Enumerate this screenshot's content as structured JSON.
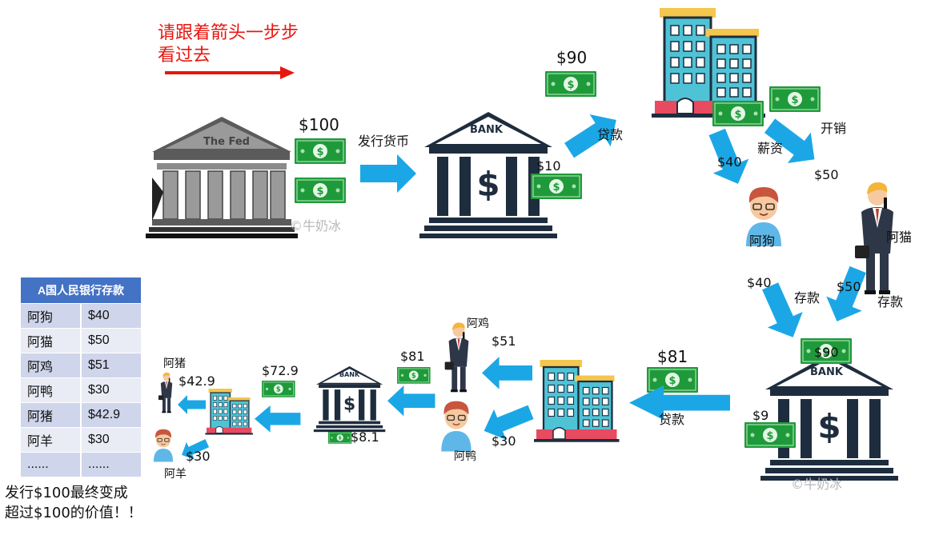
{
  "instruction": {
    "line1": "请跟着箭头一步步",
    "line2": "看过去"
  },
  "fed": {
    "label": "The Fed",
    "amount": "$100",
    "action": "发行货币"
  },
  "bank1": {
    "label": "BANK",
    "reserve": "$10",
    "loan_amount": "$90",
    "action": "贷款"
  },
  "company1": {
    "salary_label": "薪资",
    "salary_amount": "$40",
    "expense_label": "开销",
    "expense_amount": "$50"
  },
  "people1": {
    "dog": "阿狗",
    "cat": "阿猫",
    "dog_deposit": "$40",
    "cat_deposit": "$50",
    "deposit_label": "存款",
    "deposit_label2": "存款"
  },
  "bank2": {
    "label": "BANK",
    "deposit": "$90",
    "reserve": "$9",
    "loan_amount": "$81",
    "action": "贷款"
  },
  "company2": {
    "chicken": "阿鸡",
    "chicken_amount": "$51",
    "duck": "阿鸭",
    "duck_amount": "$30"
  },
  "bank3": {
    "label": "BANK",
    "deposit": "$81",
    "reserve": "$8.1",
    "loan_amount": "$72.9"
  },
  "company3": {
    "pig": "阿猪",
    "pig_amount": "$42.9",
    "sheep": "阿羊",
    "sheep_amount": "$30"
  },
  "watermark": "©牛奶冰",
  "table": {
    "header": "A国人民银行存款",
    "rows": [
      [
        "阿狗",
        "$40"
      ],
      [
        "阿猫",
        "$50"
      ],
      [
        "阿鸡",
        "$51"
      ],
      [
        "阿鸭",
        "$30"
      ],
      [
        "阿猪",
        "$42.9"
      ],
      [
        "阿羊",
        "$30"
      ],
      [
        "......",
        "......"
      ]
    ]
  },
  "conclusion": {
    "line1": "发行$100最终变成",
    "line2": "超过$100的价值！！"
  },
  "colors": {
    "arrow": "#1ba7e6",
    "red": "#e8160f",
    "money": "#1f9a3a",
    "bank": "#1e2d3e",
    "building": "#4fc3d6",
    "table_header": "#4472c4"
  }
}
